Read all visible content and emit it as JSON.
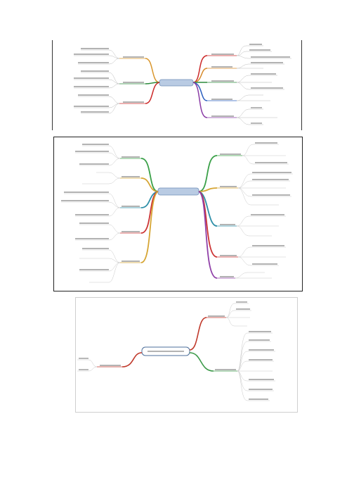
{
  "page": {
    "panels": [
      {
        "id": "map-1",
        "center": "",
        "branches": [],
        "colors": {
          "center": "#6f8fb8",
          "branch1": "#cc2a2a",
          "branch2": "#2c8a3c",
          "branch3": "#2c5fbf",
          "branch4": "#8a3ca6",
          "branch5": "#d9952a"
        }
      },
      {
        "id": "map-2",
        "center": "",
        "inline_label": "",
        "branches": [],
        "colors": {
          "center": "#6f8fb8",
          "green": "#3aa048",
          "gold": "#d6a533",
          "teal": "#2e8fa8",
          "red": "#c33",
          "purple": "#9040a8"
        }
      },
      {
        "id": "map-3",
        "center": "",
        "branches": [],
        "colors": {
          "center": "#4d6f9b",
          "red": "#c0392b",
          "green": "#3d9a4a"
        }
      }
    ]
  }
}
